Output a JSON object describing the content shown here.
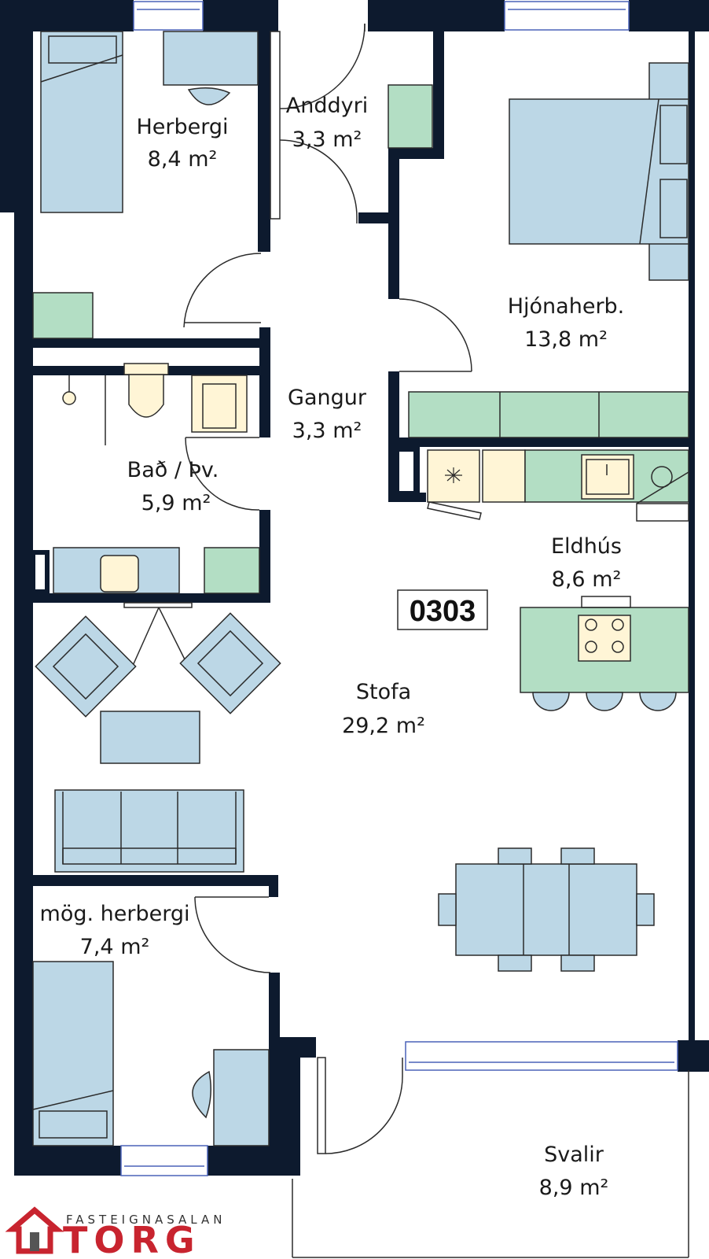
{
  "plan": {
    "unit_number": "0303",
    "rooms": [
      {
        "id": "herbergi",
        "name": "Herbergi",
        "area": "8,4 m²"
      },
      {
        "id": "anddyri",
        "name": "Anddyri",
        "area": "3,3 m²"
      },
      {
        "id": "hjonaherb",
        "name": "Hjónaherb.",
        "area": "13,8 m²"
      },
      {
        "id": "gangur",
        "name": "Gangur",
        "area": "3,3 m²"
      },
      {
        "id": "bad",
        "name": "Bað / Þv.",
        "area": "5,9 m²"
      },
      {
        "id": "eldhus",
        "name": "Eldhús",
        "area": "8,6 m²"
      },
      {
        "id": "stofa",
        "name": "Stofa",
        "area": "29,2 m²"
      },
      {
        "id": "mog-herbergi",
        "name": "mög. herbergi",
        "area": "7,4 m²"
      },
      {
        "id": "svalir",
        "name": "Svalir",
        "area": "8,9 m²"
      }
    ]
  },
  "logo": {
    "company_small": "FASTEIGNASALAN",
    "company_big": "TORG",
    "colors": {
      "red": "#c8242f",
      "gray": "#555555"
    }
  },
  "colors": {
    "wall": "#0d1a2e",
    "furniture": "#bcd7e6",
    "kitchen": "#b3dec4",
    "fixtures": "#fff5d6",
    "window": "#4a62b8"
  }
}
